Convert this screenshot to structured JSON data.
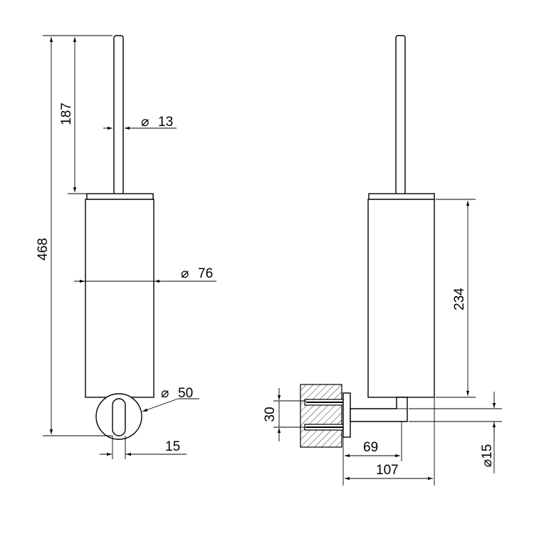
{
  "front_view": {
    "total_height": "468",
    "handle_length": "187",
    "handle_diameter": "13",
    "body_diameter": "76",
    "mount_diameter": "50",
    "mount_depth": "15"
  },
  "side_view": {
    "body_height": "234",
    "bracket_height": "30",
    "arm_length": "69",
    "total_projection": "107",
    "arm_diameter": "15"
  },
  "symbols": {
    "diameter_glyph": "⌀"
  }
}
